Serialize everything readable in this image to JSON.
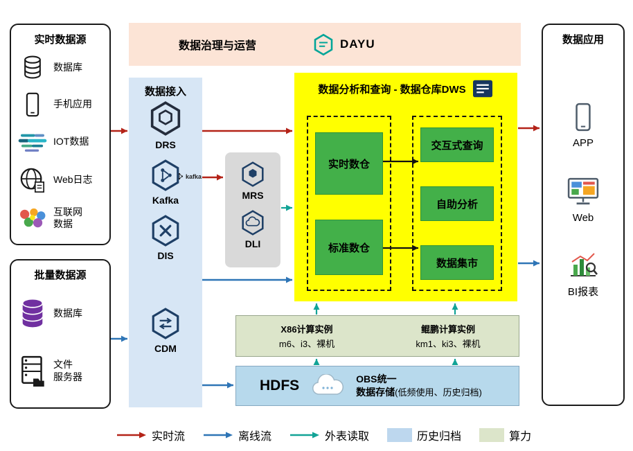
{
  "governance": {
    "title": "数据治理与运营",
    "brand": "DAYU"
  },
  "realtime_sources": {
    "title": "实时数据源",
    "items": [
      {
        "label": "数据库",
        "icon": "database-icon"
      },
      {
        "label": "手机应用",
        "icon": "smartphone-icon"
      },
      {
        "label": "IOT数据",
        "icon": "iot-wordcloud-icon"
      },
      {
        "label": "Web日志",
        "icon": "globe-icon"
      },
      {
        "label": "互联网\n数据",
        "icon": "internet-collage-icon"
      }
    ]
  },
  "batch_sources": {
    "title": "批量数据源",
    "items": [
      {
        "label": "数据库",
        "icon": "purple-database-icon"
      },
      {
        "label": "文件\n服务器",
        "icon": "file-server-icon"
      }
    ]
  },
  "ingestion": {
    "title": "数据接入",
    "drs": "DRS",
    "kafka": "Kafka",
    "kafka_side": "kafka",
    "dis": "DIS",
    "cdm": "CDM"
  },
  "staging": {
    "mrs": "MRS",
    "dli": "DLI"
  },
  "dws": {
    "title": "数据分析和查询 - 数据仓库DWS",
    "realtime_wh": "实时数仓",
    "standard_wh": "标准数仓",
    "interactive_query": "交互式查询",
    "self_service": "自助分析",
    "data_mart": "数据集市"
  },
  "compute": {
    "x86_title": "X86计算实例",
    "x86_detail": "m6、i3、裸机",
    "kunpeng_title": "鲲鹏计算实例",
    "kunpeng_detail": "km1、ki3、裸机"
  },
  "storage": {
    "hdfs": "HDFS",
    "obs_line1": "OBS统一",
    "obs_line2": "数据存储",
    "obs_note": "(低频使用、历史归档)"
  },
  "applications": {
    "title": "数据应用",
    "app": "APP",
    "web": "Web",
    "bi": "BI报表"
  },
  "legend": {
    "realtime": "实时流",
    "offline": "离线流",
    "external": "外表读取",
    "archive": "历史归档",
    "compute": "算力"
  },
  "colors": {
    "realtime_flow": "#b42318",
    "offline_flow": "#2e75b6",
    "external_read": "#12a396",
    "archive_fill": "#bdd7ee",
    "compute_fill": "#dce5ca",
    "dws_fill": "#ffff00",
    "module_green": "#43b049",
    "governance_fill": "#fce4d6",
    "ingestion_fill": "#d7e6f5"
  }
}
